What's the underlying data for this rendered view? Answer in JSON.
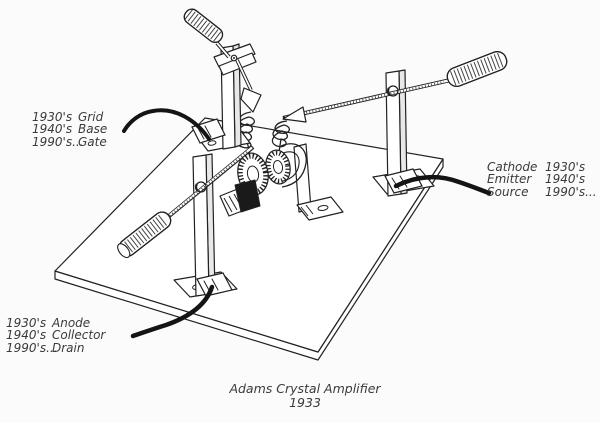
{
  "labels": {
    "grid": {
      "rows": [
        {
          "era": "1930's",
          "name": "Grid"
        },
        {
          "era": "1940's",
          "name": "Base"
        },
        {
          "era": "1990's...",
          "name": "Gate"
        }
      ]
    },
    "cathode": {
      "rows": [
        {
          "name": "Cathode",
          "era": "1930's"
        },
        {
          "name": "Emitter",
          "era": "1940's"
        },
        {
          "name": "Source",
          "era": "1990's..."
        }
      ]
    },
    "anode": {
      "rows": [
        {
          "era": "1930's",
          "name": "Anode"
        },
        {
          "era": "1940's",
          "name": "Collector"
        },
        {
          "era": "1990's...",
          "name": "Drain"
        }
      ]
    }
  },
  "caption": {
    "line1": "Adams Crystal Amplifier",
    "line2": "1933"
  },
  "colors": {
    "background": "#fbfbfb",
    "ink": "#1e1e1e",
    "text": "#3a3a3a"
  }
}
